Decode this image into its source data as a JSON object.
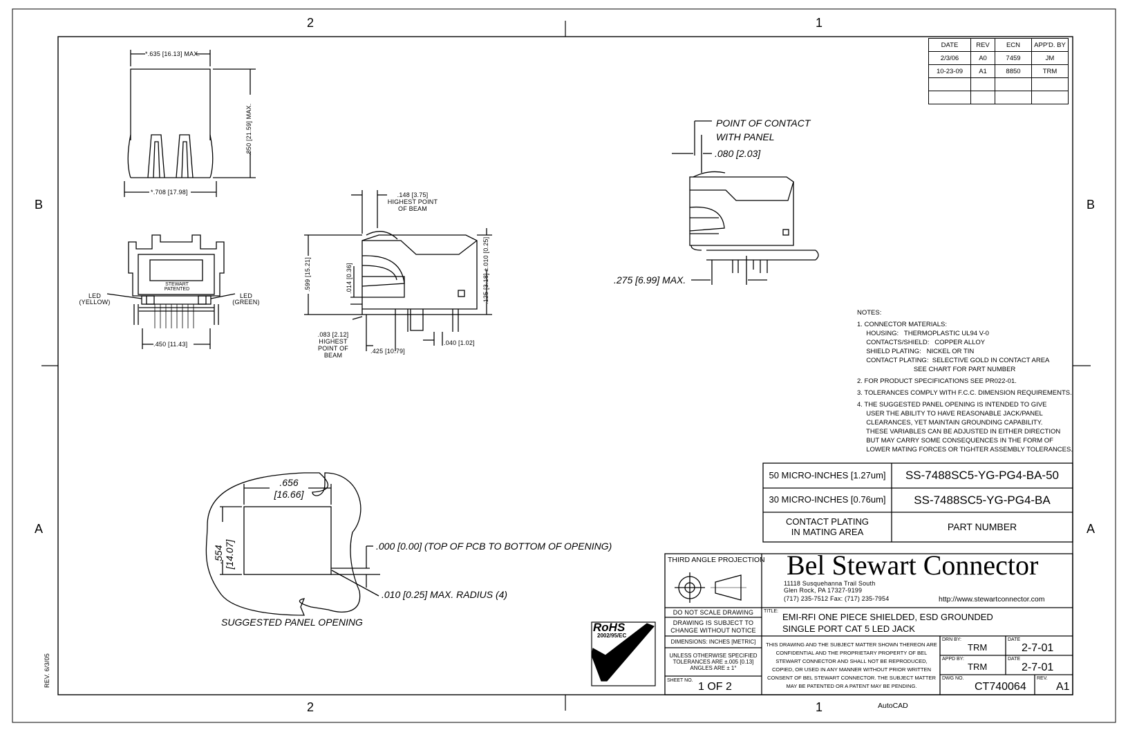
{
  "zones": {
    "top": [
      "2",
      "1"
    ],
    "bottom": [
      "2",
      "1"
    ],
    "side": [
      "B",
      "A"
    ]
  },
  "revisions": {
    "headers": [
      "DATE",
      "REV",
      "ECN",
      "APP'D. BY"
    ],
    "rows": [
      [
        "2/3/06",
        "A0",
        "7459",
        "JM"
      ],
      [
        "10-23-09",
        "A1",
        "8850",
        "TRM"
      ],
      [
        "",
        "",
        "",
        ""
      ],
      [
        "",
        "",
        "",
        ""
      ]
    ]
  },
  "views": {
    "top_width": "*.635 [16.13] MAX.",
    "top_height": ".850 [21.59] MAX.",
    "top_base": "*.708 [17.98]",
    "front_label": "STEWART PATENTED",
    "led_yellow": "LED (YELLOW)",
    "led_green": "LED (GREEN)",
    "front_width": ".450 [11.43]",
    "side_beam_top": ".148 [3.75] HIGHEST POINT OF BEAM",
    "side_height": ".599 [15.21]",
    "side_014": ".014 [0.36]",
    "side_tol": ".125 [3.18] ±.010 [0.25]",
    "side_beam_bottom": ".083 [2.12] HIGHEST POINT OF BEAM",
    "side_425": ".425 [10.79]",
    "side_040": ".040 [1.02]",
    "contact_label": "POINT OF CONTACT WITH PANEL",
    "contact_080": ".080 [2.03]",
    "contact_275": ".275 [6.99] MAX.",
    "panel_w": ".656 [16.66]",
    "panel_h": ".554 [14.07]",
    "panel_000": ".000 [0.00] (TOP OF PCB TO BOTTOM OF OPENING)",
    "panel_radius": ".010 [0.25] MAX. RADIUS (4)",
    "panel_caption": "SUGGESTED PANEL OPENING"
  },
  "notes": {
    "heading": "NOTES:",
    "items": [
      "1. CONNECTOR MATERIALS:\n     HOUSING:   THERMOPLASTIC UL94 V-0\n     CONTACTS/SHIELD:   COPPER ALLOY\n     SHIELD PLATING:   NICKEL OR TIN\n     CONTACT PLATING:  SELECTIVE GOLD IN CONTACT AREA\n                               SEE CHART FOR PART NUMBER",
      "2. FOR PRODUCT SPECIFICATIONS SEE PR022-01.",
      "3. TOLERANCES COMPLY WITH F.C.C. DIMENSION REQUIREMENTS.",
      "4. THE SUGGESTED PANEL OPENING IS INTENDED TO GIVE\n     USER THE ABILITY TO HAVE REASONABLE JACK/PANEL\n     CLEARANCES, YET MAINTAIN GROUNDING CAPABILITY.\n     THESE VARIABLES CAN BE ADJUSTED IN EITHER DIRECTION\n     BUT MAY CARRY SOME CONSEQUENCES IN THE FORM OF\n     LOWER MATING FORCES OR TIGHTER ASSEMBLY TOLERANCES."
    ]
  },
  "plating_table": {
    "rows": [
      {
        "plating": "50 MICRO-INCHES [1.27um]",
        "part": "SS-7488SC5-YG-PG4-BA-50"
      },
      {
        "plating": "30 MICRO-INCHES [0.76um]",
        "part": "SS-7488SC5-YG-PG4-BA"
      }
    ],
    "header_plating": "CONTACT PLATING IN MATING AREA",
    "header_part": "PART NUMBER"
  },
  "title_block": {
    "projection": "THIRD ANGLE PROJECTION",
    "company": "Bel Stewart Connector",
    "address1": "11118 Susquehanna Trail South",
    "address2": "Glen Rock, PA   17327-9199",
    "phone": "(717) 235-7512   Fax: (717) 235-7954",
    "website": "http://www.stewartconnector.com",
    "do_not_scale": "DO NOT SCALE DRAWING",
    "subject_change": "DRAWING IS SUBJECT TO CHANGE WITHOUT NOTICE",
    "dimensions": "DIMENSIONS: INCHES [METRIC]",
    "tolerances": "UNLESS OTHERWISE SPECIFIED TOLERANCES ARE ±.005 [0.13] ANGLES ARE ± 1°",
    "sheet_label": "SHEET NO.",
    "sheet": "1 OF 2",
    "title_label": "TITLE:",
    "title_line1": "EMI-RFI ONE PIECE SHIELDED, ESD GROUNDED",
    "title_line2": "SINGLE PORT CAT 5 LED JACK",
    "confidential": "THIS DRAWING AND THE SUBJECT MATTER SHOWN THEREON ARE CONFIDENTIAL AND THE PROPRIETARY PROPERTY OF BEL STEWART CONNECTOR AND SHALL NOT BE REPRODUCED, COPIED, OR USED IN ANY MANNER WITHOUT PRIOR WRITTEN CONSENT OF BEL STEWART CONNECTOR.  THE SUBJECT MATTER MAY BE PATENTED OR A PATENT MAY BE PENDING.",
    "drn_label": "DRN BY:",
    "drn": "TRM",
    "appd_label": "APPD BY:",
    "appd": "TRM",
    "date_label": "DATE",
    "drn_date": "2-7-01",
    "appd_date": "2-7-01",
    "dwg_label": "DWG NO.",
    "dwg": "CT740064",
    "rev_label": "REV.",
    "rev": "A1"
  },
  "rohs": {
    "text": "RoHS",
    "directive": "2002/95/EC"
  },
  "footer": {
    "form_rev": "REV. 6/3/05",
    "autocad": "AutoCAD"
  }
}
